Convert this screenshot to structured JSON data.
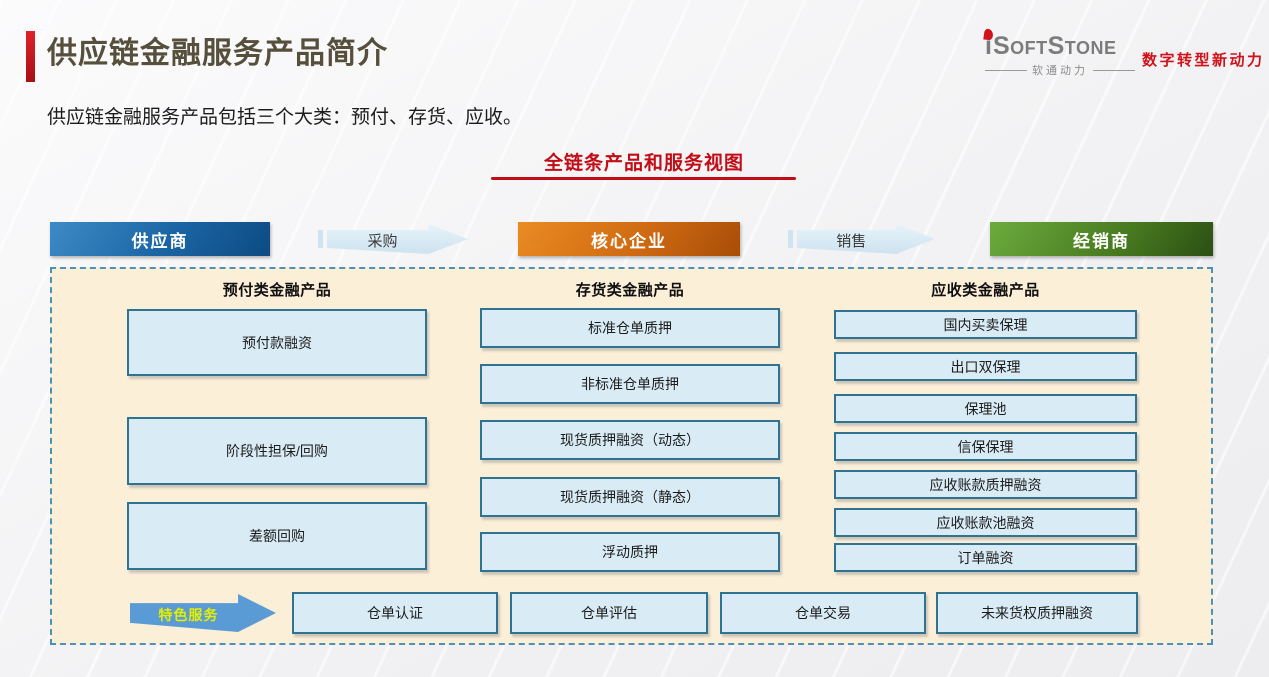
{
  "page": {
    "title": "供应链金融服务产品简介",
    "intro": "供应链金融服务产品包括三个大类：预付、存货、应收。",
    "section_title": "全链条产品和服务视图"
  },
  "logo": {
    "brand_i": "i",
    "brand_name": "SoftStone",
    "brand_cn": "软通动力",
    "slogan": "数字转型新动力"
  },
  "flow": {
    "supplier": "供应商",
    "purchase": "采购",
    "core": "核心企业",
    "sales": "销售",
    "distributor": "经销商"
  },
  "columns": [
    {
      "header": "预付类金融产品",
      "items": [
        "预付款融资",
        "阶段性担保/回购",
        "差额回购"
      ]
    },
    {
      "header": "存货类金融产品",
      "items": [
        "标准仓单质押",
        "非标准仓单质押",
        "现货质押融资（动态）",
        "现货质押融资（静态）",
        "浮动质押"
      ]
    },
    {
      "header": "应收类金融产品",
      "items": [
        "国内买卖保理",
        "出口双保理",
        "保理池",
        "信保保理",
        "应收账款质押融资",
        "应收账款池融资",
        "订单融资"
      ]
    }
  ],
  "special": {
    "label": "特色服务",
    "items": [
      "仓单认证",
      "仓单评估",
      "仓单交易",
      "未来货权质押融资"
    ]
  },
  "colors": {
    "accent_red": "#c20d16",
    "title_olive": "#564f3c",
    "supplier_blue": "#1a64a3",
    "core_orange": "#cf6a12",
    "distributor_green": "#47791f",
    "panel_bg": "#fcefd8",
    "panel_border": "#4a93b8",
    "box_bg": "#d9ebf4",
    "box_border": "#2e7392",
    "special_arrow_blue": "#5b9bd5",
    "special_label_yellow": "#e4ef00"
  }
}
